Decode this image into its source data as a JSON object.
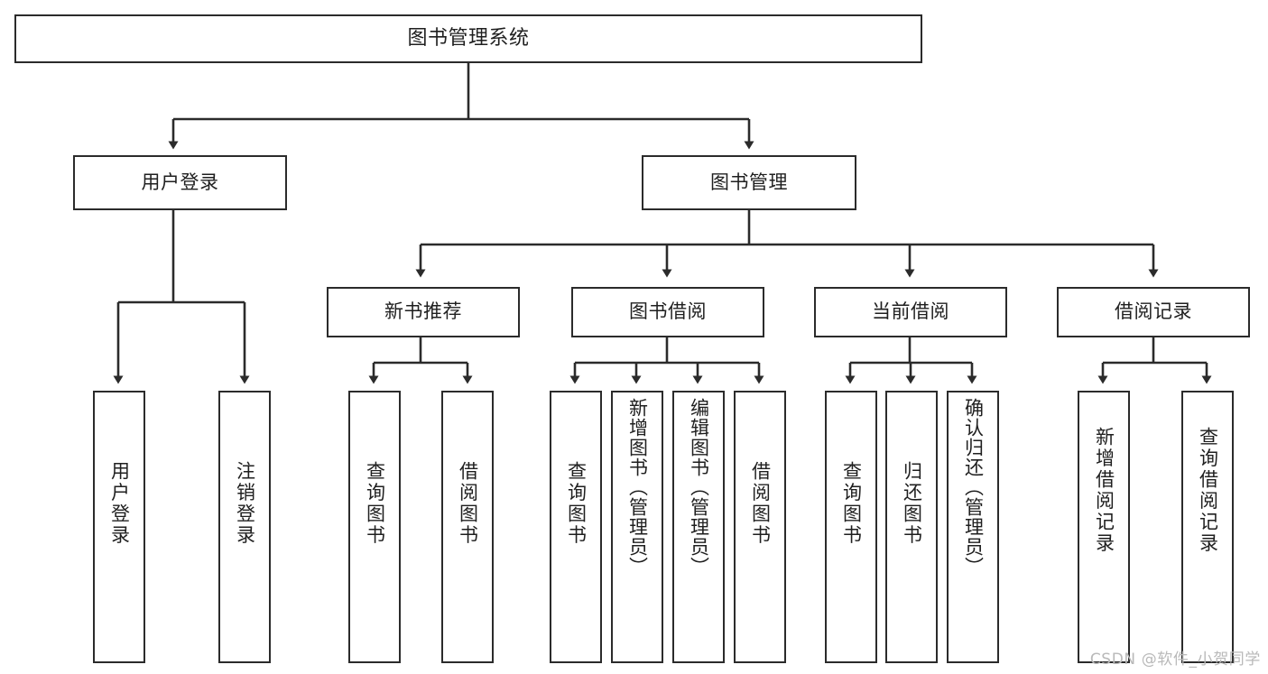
{
  "diagram": {
    "title": "图书管理系统",
    "type": "tree-hierarchy-diagram",
    "watermark": "CSDN @软件_小贺同学",
    "colors": {
      "box_border": "#2b2b2b",
      "box_fill": "#ffffff",
      "edge": "#2b2b2b",
      "text": "#1f1f1f",
      "watermark": "#b9b9b9",
      "background": "#ffffff"
    },
    "root": {
      "label": "图书管理系统"
    },
    "level1": [
      {
        "id": "user-login",
        "label": "用户登录"
      },
      {
        "id": "book-manage",
        "label": "图书管理"
      }
    ],
    "level2": [
      {
        "id": "new-book-recommend",
        "label": "新书推荐",
        "parent": "book-manage"
      },
      {
        "id": "book-borrow",
        "label": "图书借阅",
        "parent": "book-manage"
      },
      {
        "id": "current-borrow",
        "label": "当前借阅",
        "parent": "book-manage"
      },
      {
        "id": "borrow-record",
        "label": "借阅记录",
        "parent": "book-manage"
      }
    ],
    "leaves": [
      {
        "id": "leaf-user-login",
        "label": "用户登录",
        "parent": "user-login"
      },
      {
        "id": "leaf-logout",
        "label": "注销登录",
        "parent": "user-login"
      },
      {
        "id": "leaf-query-book-1",
        "label": "查询图书",
        "parent": "new-book-recommend"
      },
      {
        "id": "leaf-borrow-book-1",
        "label": "借阅图书",
        "parent": "new-book-recommend"
      },
      {
        "id": "leaf-query-book-2",
        "label": "查询图书",
        "parent": "book-borrow"
      },
      {
        "id": "leaf-add-book",
        "label": "新增图书（管理员）",
        "parent": "book-borrow"
      },
      {
        "id": "leaf-edit-book",
        "label": "编辑图书（管理员）",
        "parent": "book-borrow"
      },
      {
        "id": "leaf-borrow-book-2",
        "label": "借阅图书",
        "parent": "book-borrow"
      },
      {
        "id": "leaf-query-book-3",
        "label": "查询图书",
        "parent": "current-borrow"
      },
      {
        "id": "leaf-return-book",
        "label": "归还图书",
        "parent": "current-borrow"
      },
      {
        "id": "leaf-confirm-return",
        "label": "确认归还（管理员）",
        "parent": "current-borrow"
      },
      {
        "id": "leaf-add-record",
        "label": "新增借阅记录",
        "parent": "borrow-record"
      },
      {
        "id": "leaf-query-record",
        "label": "查询借阅记录",
        "parent": "borrow-record"
      }
    ]
  }
}
